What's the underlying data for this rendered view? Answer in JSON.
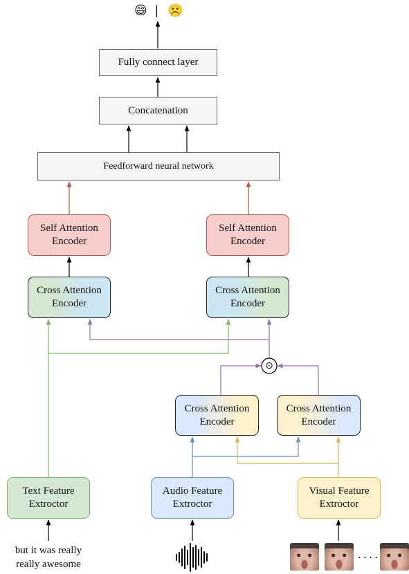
{
  "output": {
    "positive_icon": "grinning-face-emoji",
    "positive": "😄",
    "separator": "|",
    "negative_icon": "frowning-face-emoji",
    "negative": "☹️"
  },
  "nodes": {
    "fully_connect": "Fully connect layer",
    "concatenation": "Concatenation",
    "feedforward": "Feedforward neural network",
    "self_attention_left": "Self Attention Encoder",
    "self_attention_right": "Self Attention Encoder",
    "cross_attention_left": "Cross Attention Encoder",
    "cross_attention_right": "Cross Attention Encoder",
    "cross_attention_audio": "Cross Attention Encoder",
    "cross_attention_visual": "Cross Attention Encoder",
    "text_extractor": "Text Feature Extroctor",
    "audio_extractor": "Audio Feature Extroctor",
    "visual_extractor": "Visual Feature Extroctor",
    "dot_operator": "⊙"
  },
  "inputs": {
    "text_sample": "but it was really really awesome",
    "audio_icon": "audio-waveform-icon",
    "visual_icon": "face-frames-icon",
    "ellipsis": "....",
    "frame_count": 3
  },
  "colors": {
    "text_stream": "#82b366",
    "audio_stream": "#6c8ebf",
    "visual_stream": "#d6b656",
    "fusion": "#9673a6",
    "self_attention_out": "#b85450",
    "default": "#000000"
  }
}
